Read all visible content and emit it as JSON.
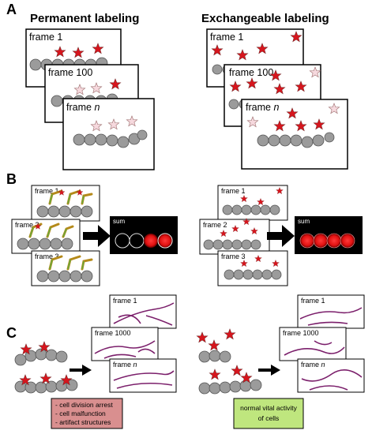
{
  "panel_labels": {
    "a": "A",
    "b": "B",
    "c": "C"
  },
  "panel_a": {
    "left_title": "Permanent labeling",
    "right_title": "Exchangeable labeling",
    "frames": {
      "first": "frame 1",
      "middle": "frame 100",
      "last_prefix": "frame ",
      "last_var": "n"
    }
  },
  "panel_b": {
    "frames": [
      "frame 1",
      "frame 2",
      "frame 3"
    ],
    "sum_label": "sum"
  },
  "panel_c": {
    "frames": {
      "first": "frame 1",
      "middle": "frame 1000",
      "last_prefix": "frame ",
      "last_var": "n"
    },
    "left_box": [
      "- cell division arrest",
      "- cell malfunction",
      "- artifact structures"
    ],
    "right_box": [
      "normal vital activity",
      "of cells"
    ]
  },
  "colors": {
    "star_red": "#d7151d",
    "star_faded": "#f6d9de",
    "cell_gray": "#9b9b9b",
    "filament_purple": "#7b1f6b",
    "left_box_bg": "#d98f8f",
    "right_box_bg": "#bfe67e",
    "sum_bg": "#000000"
  }
}
